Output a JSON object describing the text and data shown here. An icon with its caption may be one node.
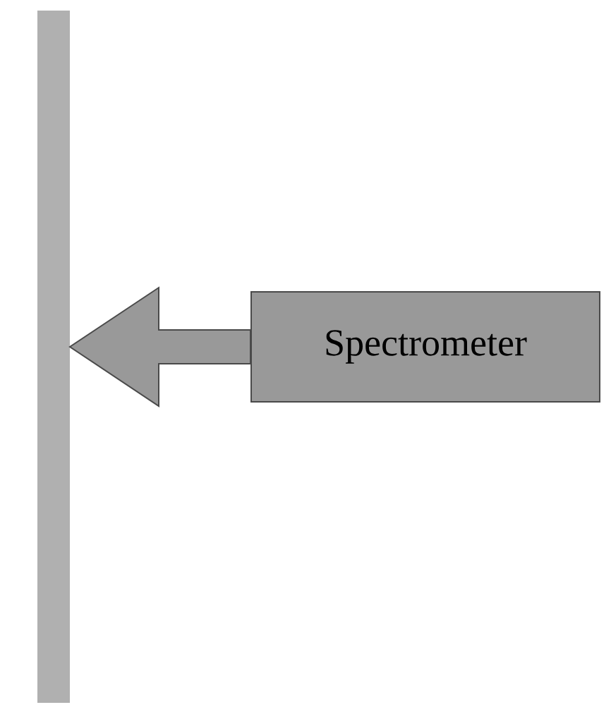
{
  "diagram": {
    "nodes": [
      {
        "text": [],
        "shape": "bar"
      },
      {
        "text": [
          "Spectrometer"
        ]
      }
    ],
    "edges": [
      {
        "from": 1,
        "to": 0,
        "arrow": "to"
      }
    ]
  }
}
